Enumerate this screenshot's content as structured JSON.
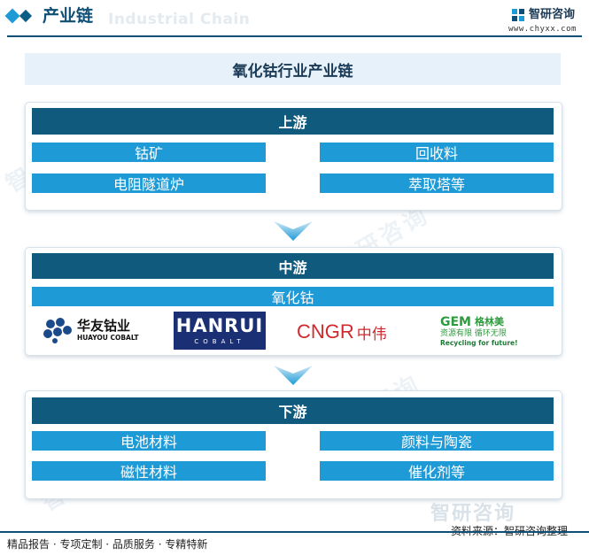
{
  "header": {
    "title": "产业链",
    "watermark": "Industrial Chain",
    "logo_text": "智研咨询",
    "url": "www.chyxx.com"
  },
  "page_title": "氧化钴行业产业链",
  "upstream": {
    "title": "上游",
    "items": [
      "钴矿",
      "回收料",
      "电阻隧道炉",
      "萃取塔等"
    ]
  },
  "midstream": {
    "title": "中游",
    "items": [
      "氧化钴"
    ],
    "logos": [
      {
        "main": "华友钴业",
        "sub": "HUAYOU COBALT"
      },
      {
        "main": "HANRUI",
        "sub": "COBALT"
      },
      {
        "main": "CNGR",
        "sub": "中伟"
      },
      {
        "main": "GEM",
        "main2": "格林美",
        "sub": "资源有限 循环无限",
        "sub2": "Recycling for future!"
      }
    ]
  },
  "downstream": {
    "title": "下游",
    "items": [
      "电池材料",
      "颜料与陶瓷",
      "磁性材料",
      "催化剂等"
    ]
  },
  "footer": {
    "slogan": "精品报告 · 专项定制 · 品质服务 · 专精特新",
    "source": "资料来源：智研咨询整理",
    "watermark": "智研咨询"
  },
  "colors": {
    "dark_blue": "#105a7d",
    "light_blue": "#1e9bd7",
    "band": "#e6f1fa"
  }
}
